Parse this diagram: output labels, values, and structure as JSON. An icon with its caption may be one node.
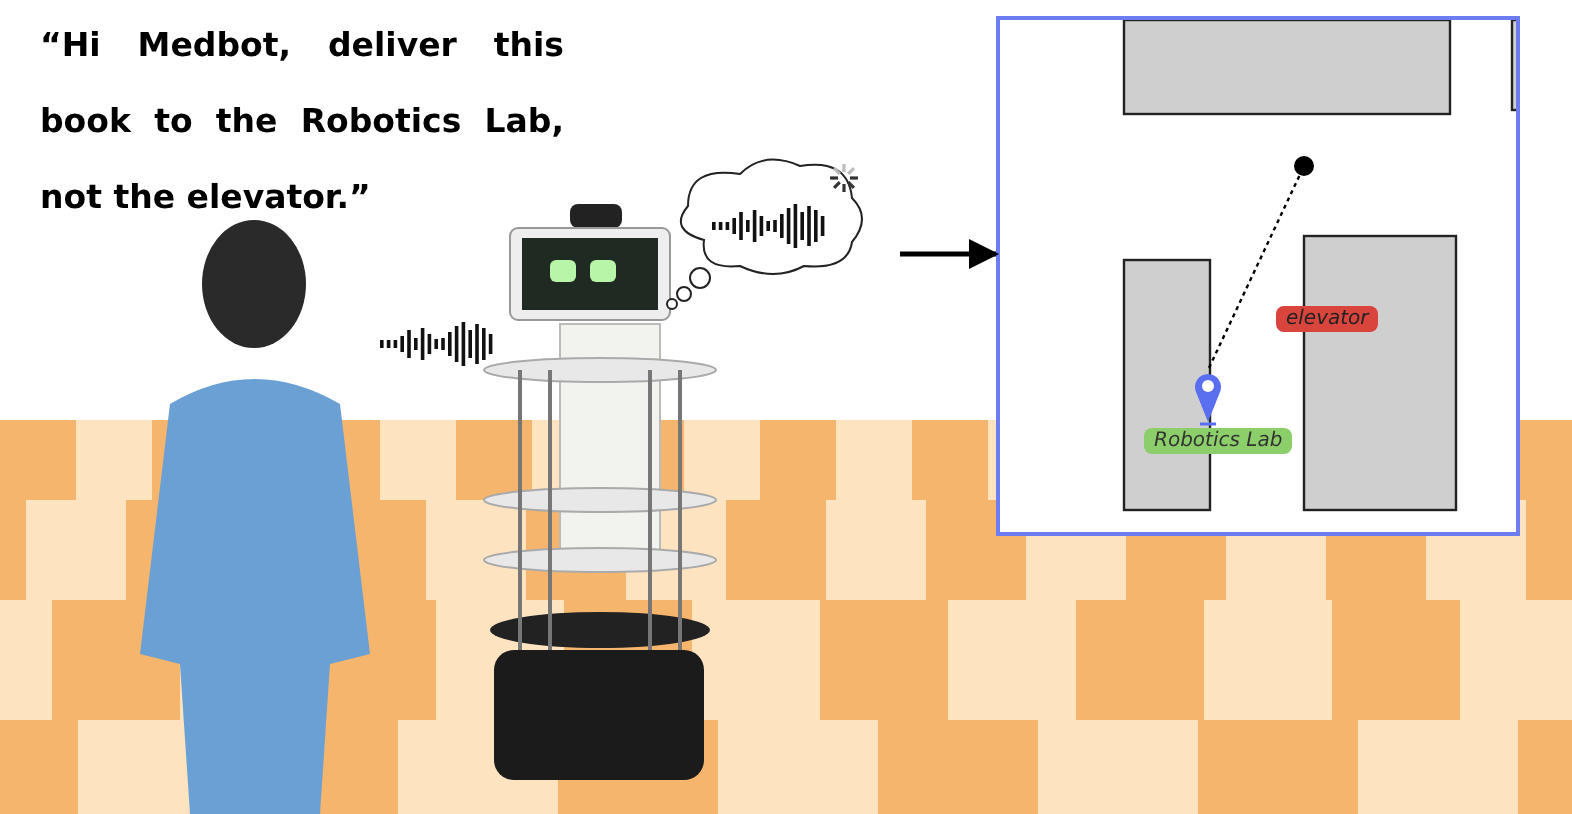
{
  "diagram": {
    "nodes": [
      {
        "text": [],
        "shape": "cloud"
      },
      {
        "text": [],
        "shape": "picture"
      },
      {
        "text": [],
        "shape": "circle",
        "in": 1
      },
      {
        "text": [],
        "shape": "picture",
        "in": 1
      },
      {
        "text": [
          "elevator"
        ],
        "in": 1
      },
      {
        "text": [
          "Robotics Lab"
        ],
        "in": 1
      }
    ],
    "edges": [
      {
        "from": 0,
        "to": 1,
        "arrow": "to"
      },
      {
        "from": 2,
        "to": 3,
        "arrow": "none",
        "style": "dashed"
      }
    ],
    "labels": [
      "“Hi Medbot, deliver this book to the Robotics Lab, not the elevator.”"
    ]
  }
}
